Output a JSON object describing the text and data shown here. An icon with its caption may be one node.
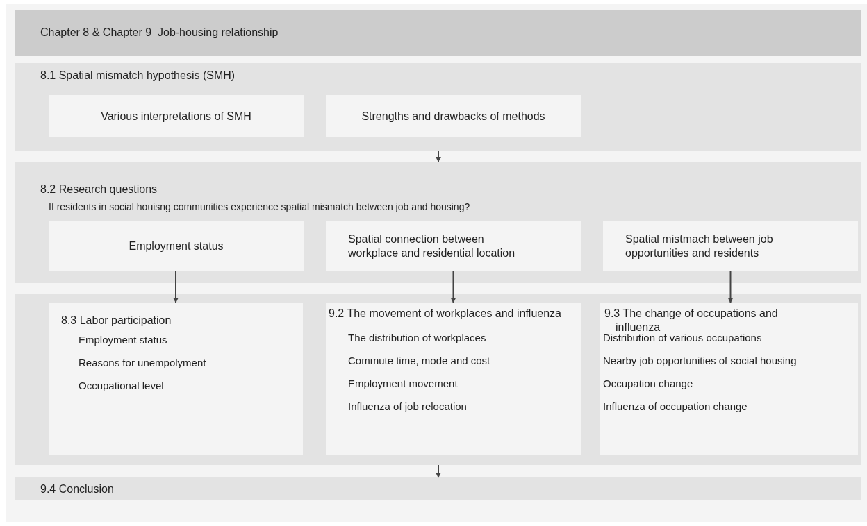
{
  "diagram": {
    "nodes": [
      {
        "text": [
          "Chapter 8 & Chapter 9  Job-housing relationship"
        ]
      },
      {
        "text": [
          "8.1 Spatial mismatch hypothesis (SMH)"
        ]
      },
      {
        "text": [
          "Various interpretations of SMH"
        ],
        "in": 1
      },
      {
        "text": [
          "Strengths and drawbacks of methods"
        ],
        "in": 1
      },
      {
        "text": [
          "8.2 Research questions",
          "If residents in social houisng communities experience spatial mismatch between job and housing?"
        ]
      },
      {
        "text": [
          "Employment status"
        ],
        "in": 4
      },
      {
        "text": [
          "Spatial connection between workplace and residential location"
        ],
        "in": 4
      },
      {
        "text": [
          "Spatial mistmach between job opportunities and residents"
        ],
        "in": 4
      },
      {
        "text": [],
        "shape": "box"
      },
      {
        "text": [
          "8.3 Labor participation",
          "Employment status",
          "Reasons for unempolyment",
          "Occupational level"
        ],
        "in": 8
      },
      {
        "text": [
          "9.2 The movement of workplaces and influenza",
          "The distribution of workplaces",
          "Commute time, mode and cost",
          "Employment movement",
          "Influenza of job relocation"
        ],
        "in": 8
      },
      {
        "text": [
          "9.3 The change of occupations and influenza",
          "Distribution of various occupations",
          "Nearby job opportunities of social housing",
          "Occupation change",
          "Influenza of occupation change"
        ],
        "in": 8
      },
      {
        "text": [
          "9.4 Conclusion"
        ]
      }
    ],
    "edges": [
      {
        "from": 1,
        "to": 4,
        "arrow": "to"
      },
      {
        "from": 5,
        "to": 9,
        "arrow": "to"
      },
      {
        "from": 6,
        "to": 10,
        "arrow": "to"
      },
      {
        "from": 7,
        "to": 11,
        "arrow": "to"
      },
      {
        "from": 8,
        "to": 12,
        "arrow": "to"
      }
    ]
  }
}
